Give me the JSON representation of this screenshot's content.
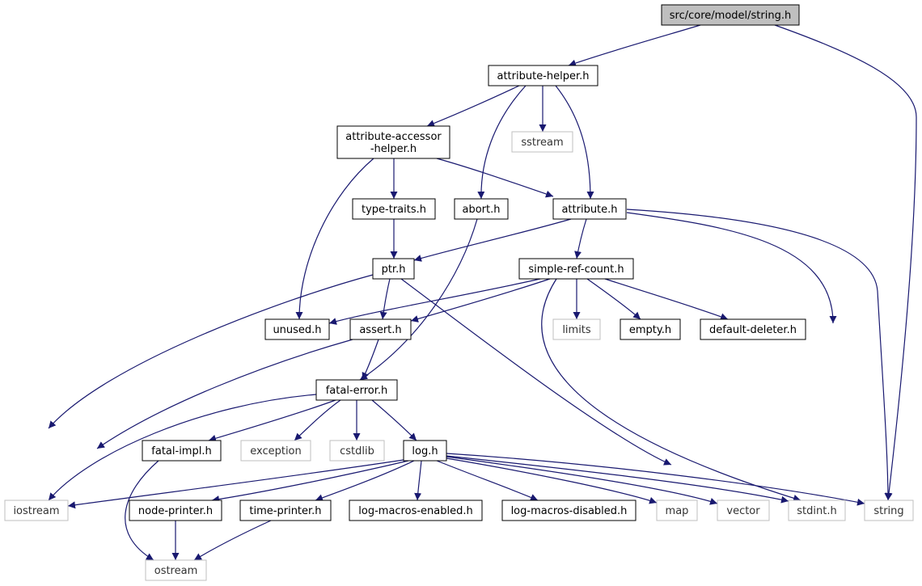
{
  "graph": {
    "colors": {
      "edge": "#191970",
      "local_border": "#000000",
      "external_border": "#bfbfbf",
      "root_fill": "#bfbfbf",
      "node_fill": "#ffffff"
    },
    "nodes": [
      {
        "id": "root",
        "label": "src/core/model/string.h",
        "kind": "root"
      },
      {
        "id": "attribute-helper",
        "label": "attribute-helper.h",
        "kind": "local"
      },
      {
        "id": "attribute-accessor-helper",
        "label": "attribute-accessor\n-helper.h",
        "kind": "local"
      },
      {
        "id": "sstream",
        "label": "sstream",
        "kind": "external"
      },
      {
        "id": "type-traits",
        "label": "type-traits.h",
        "kind": "local"
      },
      {
        "id": "abort",
        "label": "abort.h",
        "kind": "local"
      },
      {
        "id": "attribute",
        "label": "attribute.h",
        "kind": "local"
      },
      {
        "id": "ptr",
        "label": "ptr.h",
        "kind": "local"
      },
      {
        "id": "simple-ref-count",
        "label": "simple-ref-count.h",
        "kind": "local"
      },
      {
        "id": "unused",
        "label": "unused.h",
        "kind": "local"
      },
      {
        "id": "assert",
        "label": "assert.h",
        "kind": "local"
      },
      {
        "id": "limits",
        "label": "limits",
        "kind": "external"
      },
      {
        "id": "empty",
        "label": "empty.h",
        "kind": "local"
      },
      {
        "id": "default-deleter",
        "label": "default-deleter.h",
        "kind": "local"
      },
      {
        "id": "fatal-error",
        "label": "fatal-error.h",
        "kind": "local"
      },
      {
        "id": "fatal-impl",
        "label": "fatal-impl.h",
        "kind": "local"
      },
      {
        "id": "exception",
        "label": "exception",
        "kind": "external"
      },
      {
        "id": "cstdlib",
        "label": "cstdlib",
        "kind": "external"
      },
      {
        "id": "log",
        "label": "log.h",
        "kind": "local"
      },
      {
        "id": "iostream",
        "label": "iostream",
        "kind": "external"
      },
      {
        "id": "node-printer",
        "label": "node-printer.h",
        "kind": "local"
      },
      {
        "id": "time-printer",
        "label": "time-printer.h",
        "kind": "local"
      },
      {
        "id": "log-macros-enabled",
        "label": "log-macros-enabled.h",
        "kind": "local"
      },
      {
        "id": "log-macros-disabled",
        "label": "log-macros-disabled.h",
        "kind": "local"
      },
      {
        "id": "map",
        "label": "map",
        "kind": "external"
      },
      {
        "id": "vector",
        "label": "vector",
        "kind": "external"
      },
      {
        "id": "stdint",
        "label": "stdint.h",
        "kind": "external"
      },
      {
        "id": "string",
        "label": "string",
        "kind": "external"
      },
      {
        "id": "ostream",
        "label": "ostream",
        "kind": "external"
      }
    ],
    "edges": [
      [
        "root",
        "attribute-helper"
      ],
      [
        "root",
        "string"
      ],
      [
        "attribute-helper",
        "attribute-accessor-helper"
      ],
      [
        "attribute-helper",
        "abort"
      ],
      [
        "attribute-helper",
        "sstream"
      ],
      [
        "attribute-helper",
        "attribute"
      ],
      [
        "attribute-accessor-helper",
        "type-traits"
      ],
      [
        "attribute-accessor-helper",
        "attribute"
      ],
      [
        "attribute-accessor-helper",
        "unused"
      ],
      [
        "type-traits",
        "ptr"
      ],
      [
        "abort",
        "fatal-error"
      ],
      [
        "attribute",
        "ptr"
      ],
      [
        "attribute",
        "simple-ref-count"
      ],
      [
        "attribute",
        "stdint"
      ],
      [
        "attribute",
        "string"
      ],
      [
        "ptr",
        "assert"
      ],
      [
        "ptr",
        "iostream"
      ],
      [
        "ptr",
        "stdint"
      ],
      [
        "simple-ref-count",
        "unused"
      ],
      [
        "simple-ref-count",
        "assert"
      ],
      [
        "simple-ref-count",
        "limits"
      ],
      [
        "simple-ref-count",
        "empty"
      ],
      [
        "simple-ref-count",
        "default-deleter"
      ],
      [
        "simple-ref-count",
        "stdint"
      ],
      [
        "assert",
        "fatal-error"
      ],
      [
        "assert",
        "iostream"
      ],
      [
        "fatal-error",
        "iostream"
      ],
      [
        "fatal-error",
        "fatal-impl"
      ],
      [
        "fatal-error",
        "exception"
      ],
      [
        "fatal-error",
        "cstdlib"
      ],
      [
        "fatal-error",
        "log"
      ],
      [
        "fatal-impl",
        "ostream"
      ],
      [
        "log",
        "iostream"
      ],
      [
        "log",
        "node-printer"
      ],
      [
        "log",
        "time-printer"
      ],
      [
        "log",
        "log-macros-enabled"
      ],
      [
        "log",
        "log-macros-disabled"
      ],
      [
        "log",
        "map"
      ],
      [
        "log",
        "vector"
      ],
      [
        "log",
        "stdint"
      ],
      [
        "log",
        "string"
      ],
      [
        "node-printer",
        "ostream"
      ],
      [
        "time-printer",
        "ostream"
      ]
    ]
  }
}
